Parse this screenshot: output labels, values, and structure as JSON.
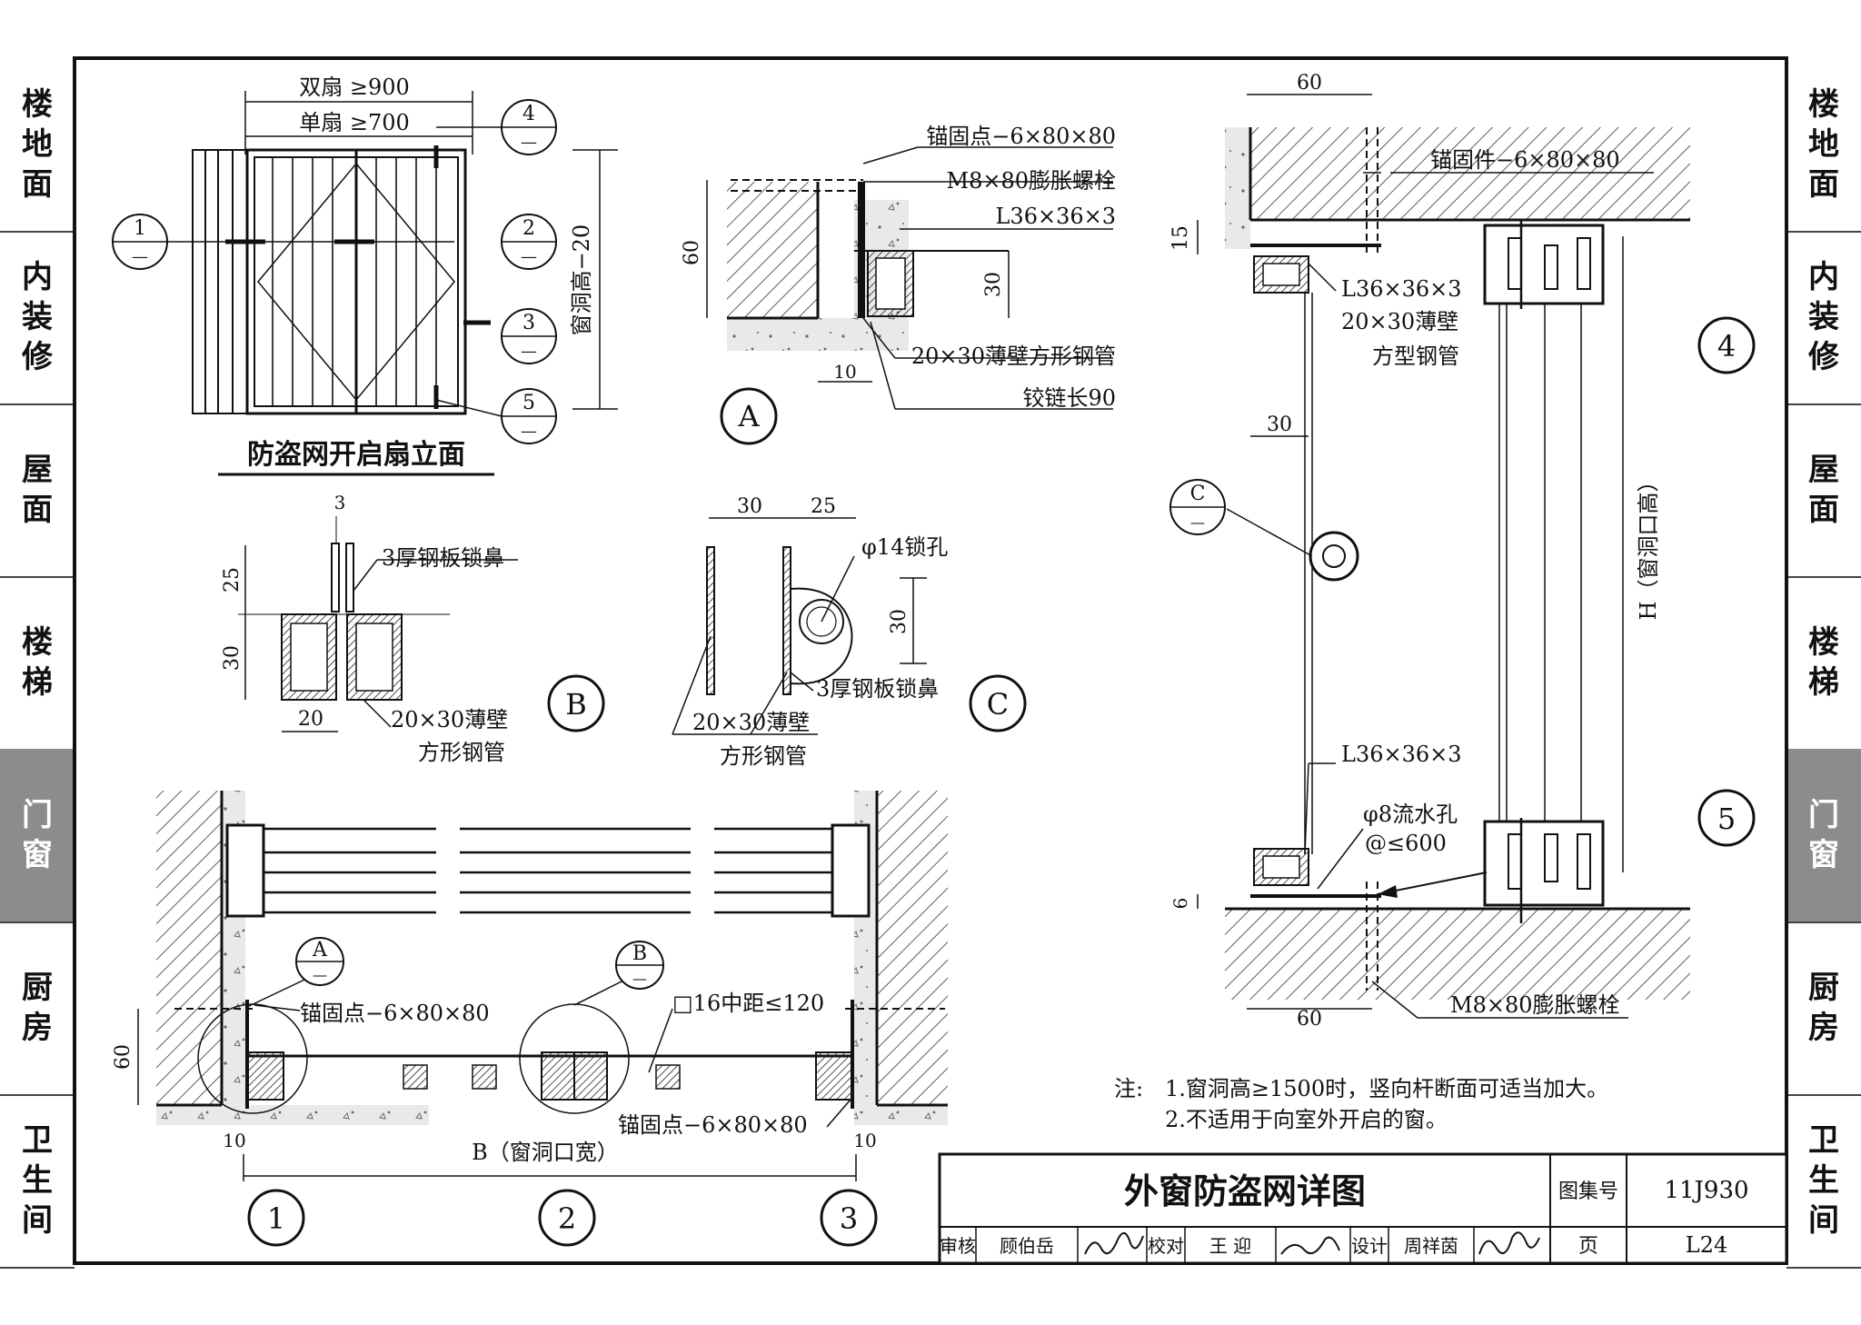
{
  "side_tabs": [
    {
      "label": "楼地面",
      "active": false
    },
    {
      "label": "内装修",
      "active": false
    },
    {
      "label": "屋面",
      "active": false
    },
    {
      "label": "楼梯",
      "active": false
    },
    {
      "label": "门窗",
      "active": true
    },
    {
      "label": "厨房",
      "active": false
    },
    {
      "label": "卫生间",
      "active": false
    }
  ],
  "elevation": {
    "title": "防盗网开启扇立面",
    "dim_double": "双扇 ≥900",
    "dim_single": "单扇 ≥700",
    "dim_height": "窗洞高−20",
    "markers": [
      "1",
      "2",
      "3",
      "4",
      "5"
    ],
    "marker_sub": "—"
  },
  "detail_a": {
    "mark": "A",
    "anchor": "锚固点−6×80×80",
    "bolt": "M8×80膨胀螺栓",
    "angle": "L36×36×3",
    "tube": "20×30薄壁方形钢管",
    "hinge": "铰链长90",
    "dim_60": "60",
    "dim_30": "30",
    "dim_10": "10"
  },
  "detail_b": {
    "mark": "B",
    "plate": "3厚钢板锁鼻",
    "tube_line1": "20×30薄壁",
    "tube_line2": "方形钢管",
    "dim_3": "3",
    "dim_25": "25",
    "dim_30": "30",
    "dim_20": "20"
  },
  "detail_c": {
    "mark": "C",
    "hole": "φ14锁孔",
    "plate": "3厚钢板锁鼻",
    "tube_line1": "20×30薄壁",
    "tube_line2": "方形钢管",
    "dim_30": "30",
    "dim_25": "25",
    "dim_30v": "30"
  },
  "plan": {
    "anchor_left": "锚固点−6×80×80",
    "bar": "□16中距≤120",
    "anchor_right": "锚固点−6×80×80",
    "width": "B（窗洞口宽）",
    "dim_60": "60",
    "dim_10": "10",
    "axes": [
      "1",
      "2",
      "3"
    ],
    "callout_a": "A",
    "callout_b": "B"
  },
  "section": {
    "dim_60_top": "60",
    "dim_15": "15",
    "anchor": "锚固件−6×80×80",
    "angle_top": "L36×36×3",
    "tube_line1": "20×30薄壁",
    "tube_line2": "方型钢管",
    "dim_30": "30",
    "callout_c": "C",
    "height": "H（窗洞口高）",
    "angle_bottom": "L36×36×3",
    "drain_line1": "φ8流水孔",
    "drain_line2": "@≤600",
    "dim_6": "6",
    "dim_60_bottom": "60",
    "bolt": "M8×80膨胀螺栓",
    "mark_4": "4",
    "mark_5": "5"
  },
  "notes": {
    "prefix": "注:",
    "items": [
      "1.窗洞高≥1500时，竖向杆断面可适当加大。",
      "2.不适用于向室外开启的窗。"
    ]
  },
  "title_block": {
    "title": "外窗防盗网详图",
    "atlas_label": "图集号",
    "atlas_no": "11J930",
    "review_label": "审核",
    "reviewer": "顾伯岳",
    "check_label": "校对",
    "checker": "王 迎",
    "design_label": "设计",
    "designer": "周祥茵",
    "page_label": "页",
    "page_no": "L24"
  }
}
